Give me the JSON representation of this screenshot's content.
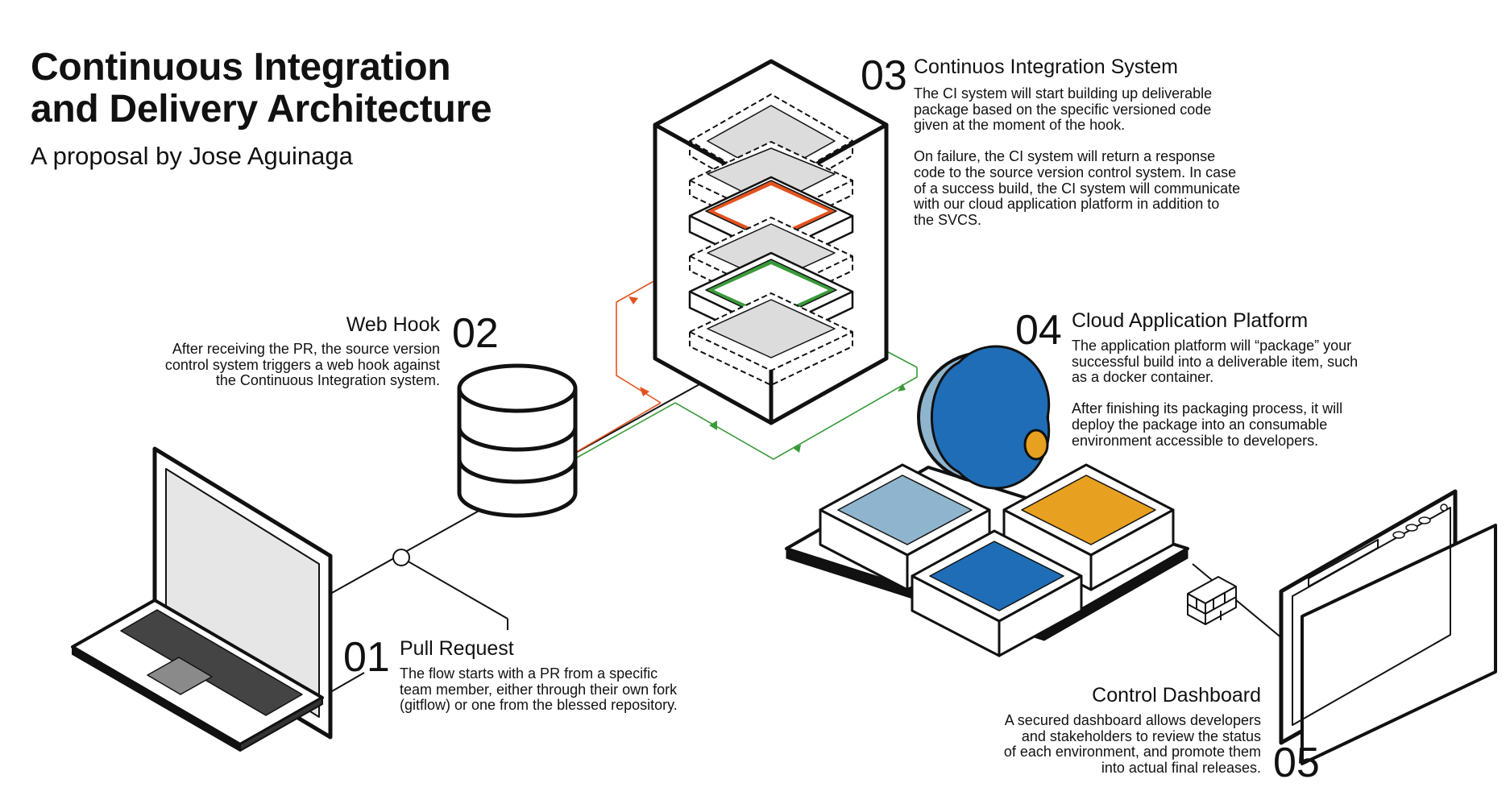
{
  "title": "Continuous Integration\nand Delivery Architecture",
  "subtitle": "A proposal by Jose Aguinaga",
  "steps": [
    {
      "num": "01",
      "heading": "Pull Request",
      "text": "The flow starts with a PR from a specific\nteam member, either through their own fork\n(gitflow) or one from the blessed repository."
    },
    {
      "num": "02",
      "heading": "Web Hook",
      "text": "After receiving the PR, the source version\ncontrol system triggers a web hook against\nthe Continuous Integration system."
    },
    {
      "num": "03",
      "heading": "Continuos Integration System",
      "text": "The CI system will start building up deliverable\npackage based on the specific versioned code\ngiven at the moment of the hook.\n\nOn failure, the CI system will return a response\ncode to the source version control system. In case\nof a success build, the CI system will communicate\nwith our cloud application platform in addition to\nthe SVCS."
    },
    {
      "num": "04",
      "heading": "Cloud Application Platform",
      "text": "The application platform will “package” your\nsuccessful build into a deliverable item, such\nas a docker container.\n\nAfter finishing its packaging process, it will\ndeploy the package into an consumable\nenvironment accessible to developers."
    },
    {
      "num": "05",
      "heading": "Control Dashboard",
      "text": "A secured dashboard allows developers\nand stakeholders to review the status\nof each environment, and promote them\ninto actual final releases."
    }
  ],
  "icons": [
    "laptop-icon",
    "database-icon",
    "server-stack-icon",
    "globe-icon",
    "environment-tiles-icon",
    "firewall-icon",
    "dashboard-window-icon"
  ],
  "colors": {
    "failure": "#e2531f",
    "success": "#3a9a3a",
    "tile_light": "#8fb4cd",
    "tile_blue": "#1f6db6",
    "tile_orange": "#e8a020",
    "globe_light": "#8fb4cd",
    "globe_dark": "#1f6db6",
    "ink": "#111111"
  }
}
